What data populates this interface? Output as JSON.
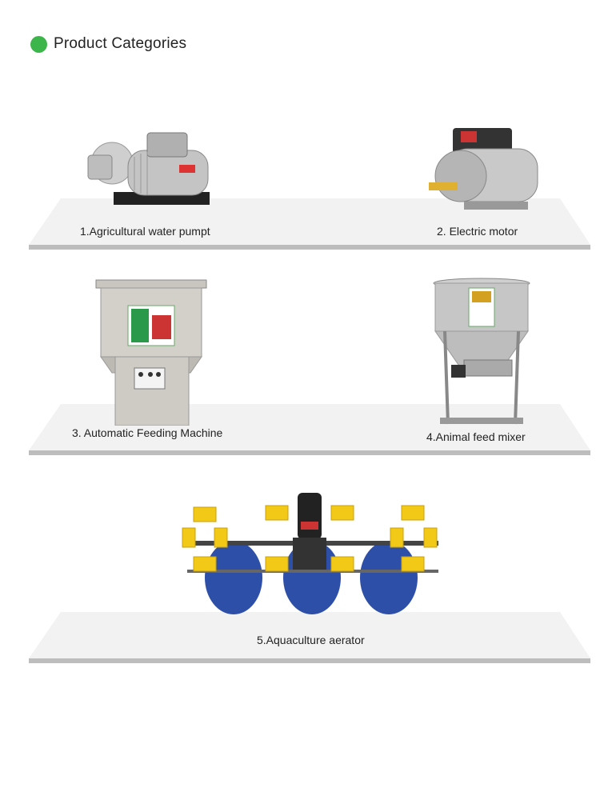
{
  "header": {
    "title": "Product Categories",
    "dot_color": "#3cb54a"
  },
  "products": [
    {
      "label": "1.Agricultural water pumpt",
      "icon": "water-pump-icon"
    },
    {
      "label": "2. Electric motor",
      "icon": "electric-motor-icon"
    },
    {
      "label": "3. Automatic Feeding Machine",
      "icon": "feeding-machine-icon"
    },
    {
      "label": "4.Animal feed mixer",
      "icon": "feed-mixer-icon"
    },
    {
      "label": "5.Aquaculture aerator",
      "icon": "aerator-icon"
    }
  ]
}
